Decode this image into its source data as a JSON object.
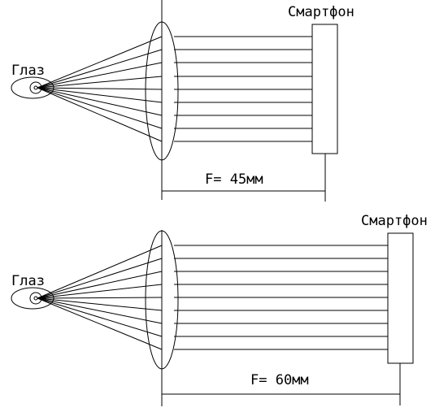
{
  "diagrams": [
    {
      "eye_label": "Глаз",
      "device_label": "Смартфон",
      "focal_label": "F= 45мм"
    },
    {
      "eye_label": "Глаз",
      "device_label": "Смартфон",
      "focal_label": "F= 60мм"
    }
  ],
  "colors": {
    "line": "#000000",
    "background": "#ffffff"
  }
}
